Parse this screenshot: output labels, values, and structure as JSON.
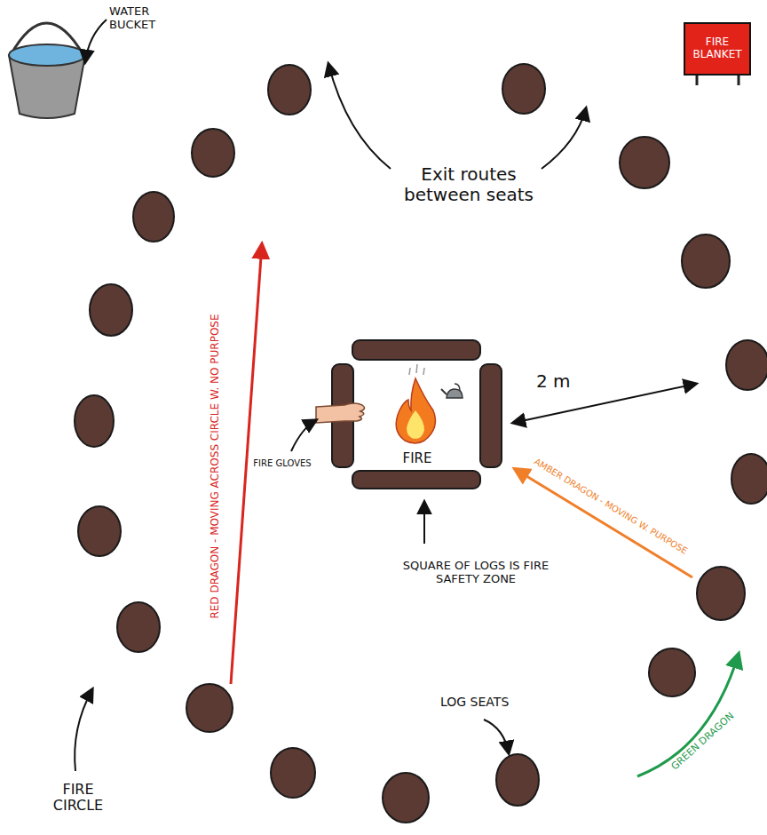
{
  "diagram": {
    "nodes": [
      {
        "text": [
          "FIRE BLANKET"
        ]
      },
      {
        "text": [
          "FIRE"
        ]
      }
    ],
    "labels": [
      "WATER BUCKET",
      "Exit routes between seats",
      "RED DRAGON - MOVING ACROSS CIRCLE W. NO PURPOSE",
      "2 m",
      "FIRE GLOVES",
      "AMBER DRAGON - MOVING W. PURPOSE",
      "SQUARE OF LOGS IS FIRE SAFETY ZONE",
      "LOG SEATS",
      "GREEN DRAGON",
      "FIRE CIRCLE"
    ]
  }
}
